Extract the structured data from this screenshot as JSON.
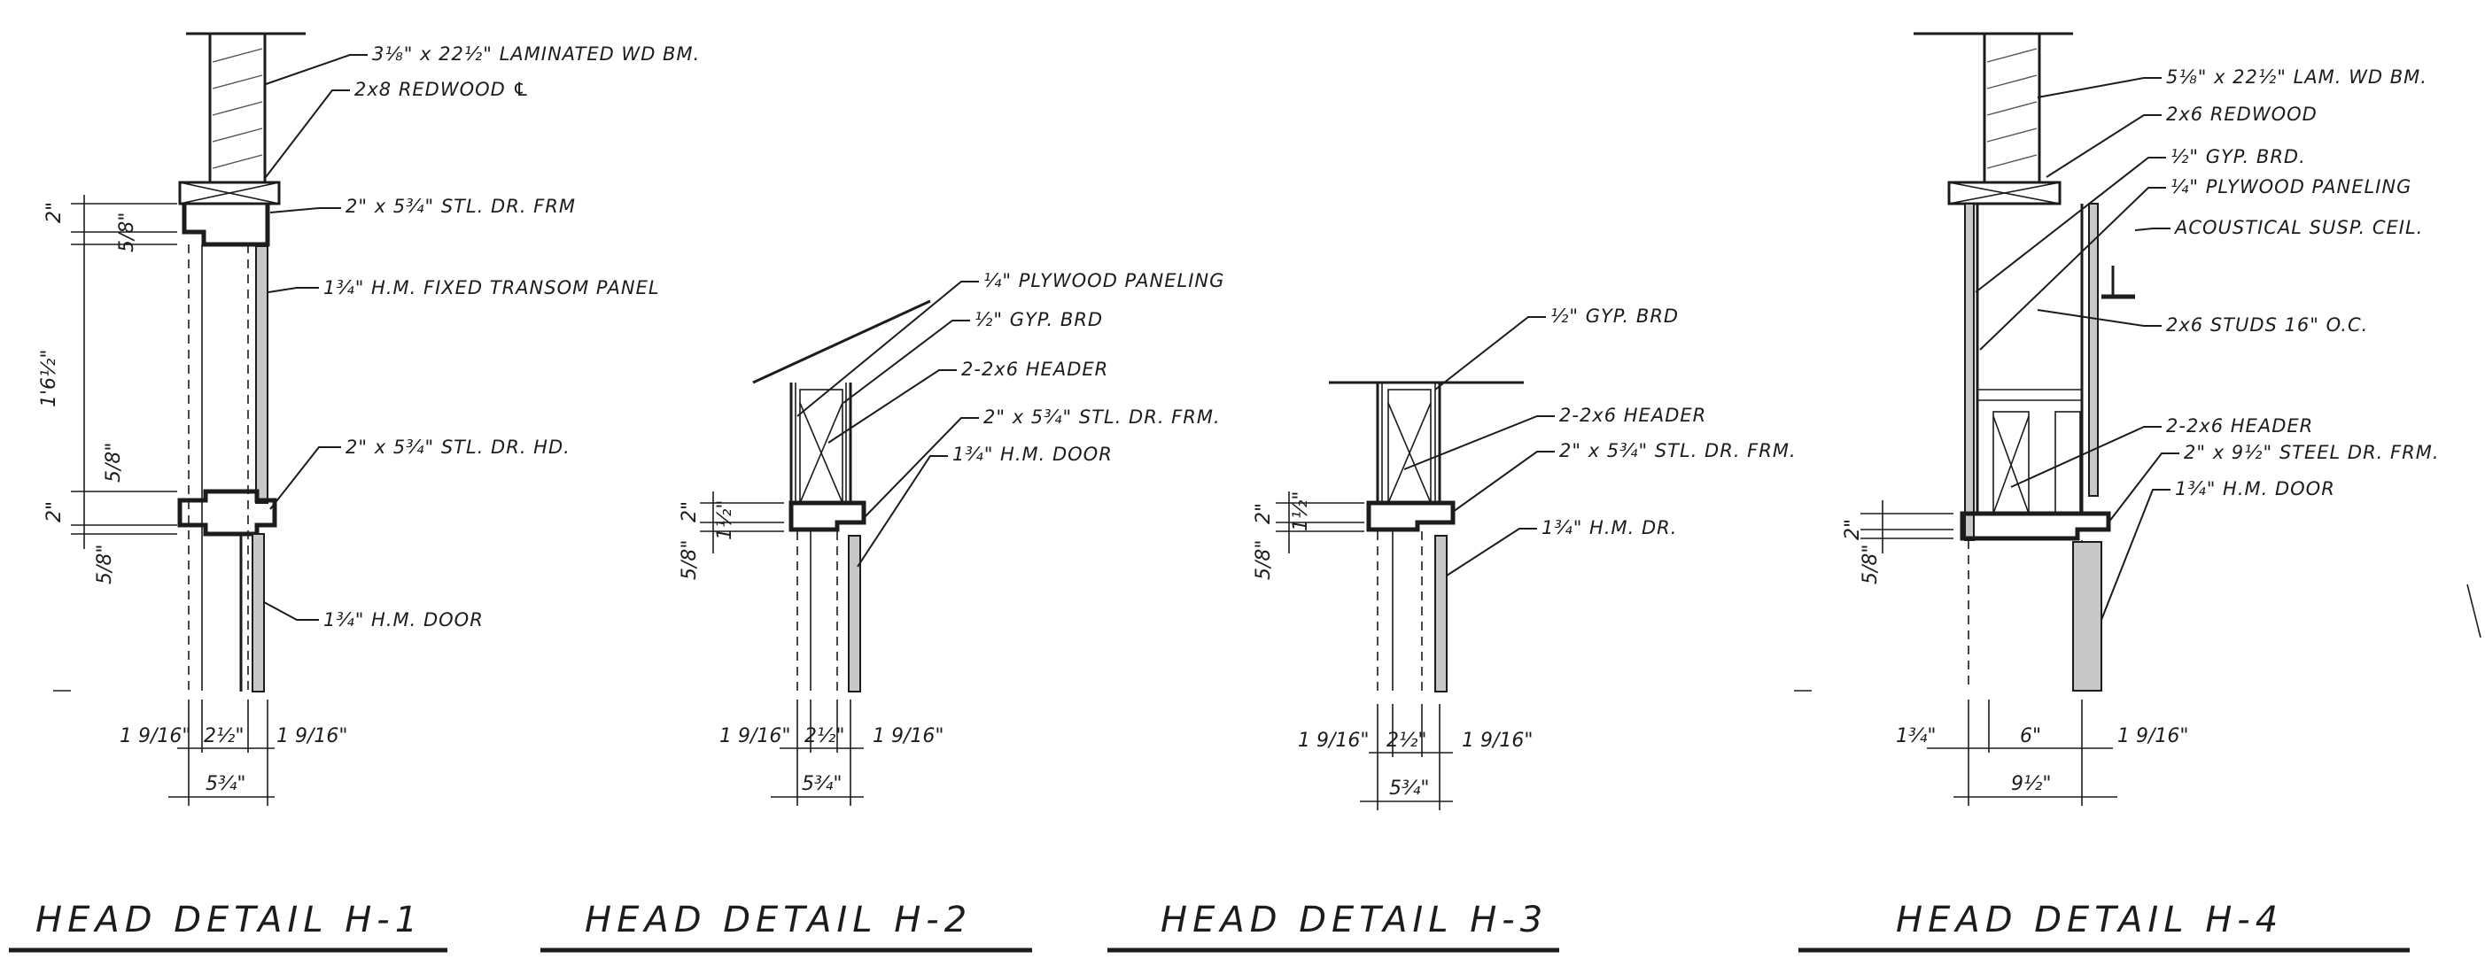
{
  "details": [
    {
      "id": "h1",
      "title": "HEAD DETAIL H-1",
      "labels": [
        "3⅛\" x 22½\" LAMINATED WD BM.",
        "2x8 REDWOOD ℄",
        "2\" x 5¾\" STL. DR. FRM",
        "1¾\" H.M. FIXED TRANSOM PANEL",
        "2\" x 5¾\" STL. DR. HD.",
        "1¾\" H.M. DOOR"
      ],
      "dims": [
        "2\"",
        "5/8\"",
        "1'6½\"",
        "5/8\"",
        "2\"",
        "5/8\"",
        "1 9/16\"",
        "2½\"",
        "1 9/16\"",
        "5¾\""
      ]
    },
    {
      "id": "h2",
      "title": "HEAD DETAIL H-2",
      "labels": [
        "¼\" PLYWOOD PANELING",
        "½\" GYP. BRD",
        "2-2x6 HEADER",
        "2\" x 5¾\" STL. DR. FRM.",
        "1¾\" H.M. DOOR"
      ],
      "dims": [
        "2\"",
        "1½\"",
        "5/8\"",
        "1 9/16\"",
        "2½\"",
        "1 9/16\"",
        "5¾\""
      ]
    },
    {
      "id": "h3",
      "title": "HEAD DETAIL H-3",
      "labels": [
        "½\" GYP. BRD",
        "2-2x6 HEADER",
        "2\" x 5¾\" STL. DR. FRM.",
        "1¾\" H.M. DR."
      ],
      "dims": [
        "2\"",
        "1½\"",
        "5/8\"",
        "1 9/16\"",
        "2½\"",
        "1 9/16\"",
        "5¾\""
      ]
    },
    {
      "id": "h4",
      "title": "HEAD DETAIL H-4",
      "labels": [
        "5⅛\" x 22½\" LAM. WD BM.",
        "2x6 REDWOOD",
        "½\" GYP. BRD.",
        "¼\" PLYWOOD PANELING",
        "ACOUSTICAL SUSP. CEIL.",
        "2x6 STUDS 16\" O.C.",
        "2-2x6 HEADER",
        "2\" x 9½\" STEEL DR. FRM.",
        "1¾\" H.M. DOOR"
      ],
      "dims": [
        "2\"",
        "5/8\"",
        "1¾\"",
        "6\"",
        "1 9/16\"",
        "9½\""
      ]
    }
  ]
}
